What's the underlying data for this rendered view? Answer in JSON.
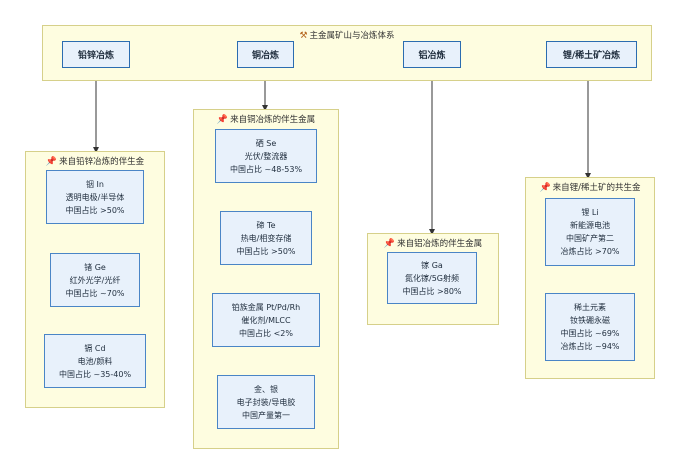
{
  "top_group": {
    "title": "主金属矿山与冶炼体系"
  },
  "smelters": [
    {
      "id": "pb-zn",
      "label": "铅锌冶炼"
    },
    {
      "id": "cu",
      "label": "铜冶炼"
    },
    {
      "id": "al",
      "label": "铝冶炼"
    },
    {
      "id": "li-re",
      "label": "锂/稀土矿冶炼"
    }
  ],
  "groups": {
    "pb_zn": {
      "title": "来自铅锌冶炼的伴生金",
      "items": [
        {
          "name": "铟 In",
          "use": "透明电极/半导体",
          "share": "中国占比 >50%"
        },
        {
          "name": "锗 Ge",
          "use": "红外光学/光纤",
          "share": "中国占比 ~70%"
        },
        {
          "name": "镉 Cd",
          "use": "电池/颜料",
          "share": "中国占比 ~35-40%"
        }
      ]
    },
    "cu": {
      "title": "来自铜冶炼的伴生金属",
      "items": [
        {
          "name": "硒 Se",
          "use": "光伏/整流器",
          "share": "中国占比 ~48-53%"
        },
        {
          "name": "碲 Te",
          "use": "热电/相变存储",
          "share": "中国占比 >50%"
        },
        {
          "name": "铂族金属 Pt/Pd/Rh",
          "use": "催化剂/MLCC",
          "share": "中国占比 <2%"
        },
        {
          "name": "金、银",
          "use": "电子封装/导电胶",
          "share": "中国产量第一"
        }
      ]
    },
    "al": {
      "title": "来自铝冶炼的伴生金属",
      "items": [
        {
          "name": "镓 Ga",
          "use": "氮化镓/5G射频",
          "share": "中国占比 >80%"
        }
      ]
    },
    "li_re": {
      "title": "来自锂/稀土矿的共生金",
      "items": [
        {
          "name": "锂 Li",
          "use": "新能源电池",
          "share": "中国矿产第二",
          "share2": "冶炼占比 >70%"
        },
        {
          "name": "稀土元素",
          "use": "钕铁硼永磁",
          "share": "中国占比 ~69%",
          "share2": "冶炼占比 ~94%"
        }
      ]
    }
  },
  "colors": {
    "group_fill": "#fefde0",
    "group_border": "#d6d08a",
    "node_fill": "#e8f1fb",
    "node_border": "#2b6cb0",
    "edge": "#333333"
  },
  "icons": {
    "top_group": "hammer-icon",
    "sub_group": "pushpin-icon"
  }
}
